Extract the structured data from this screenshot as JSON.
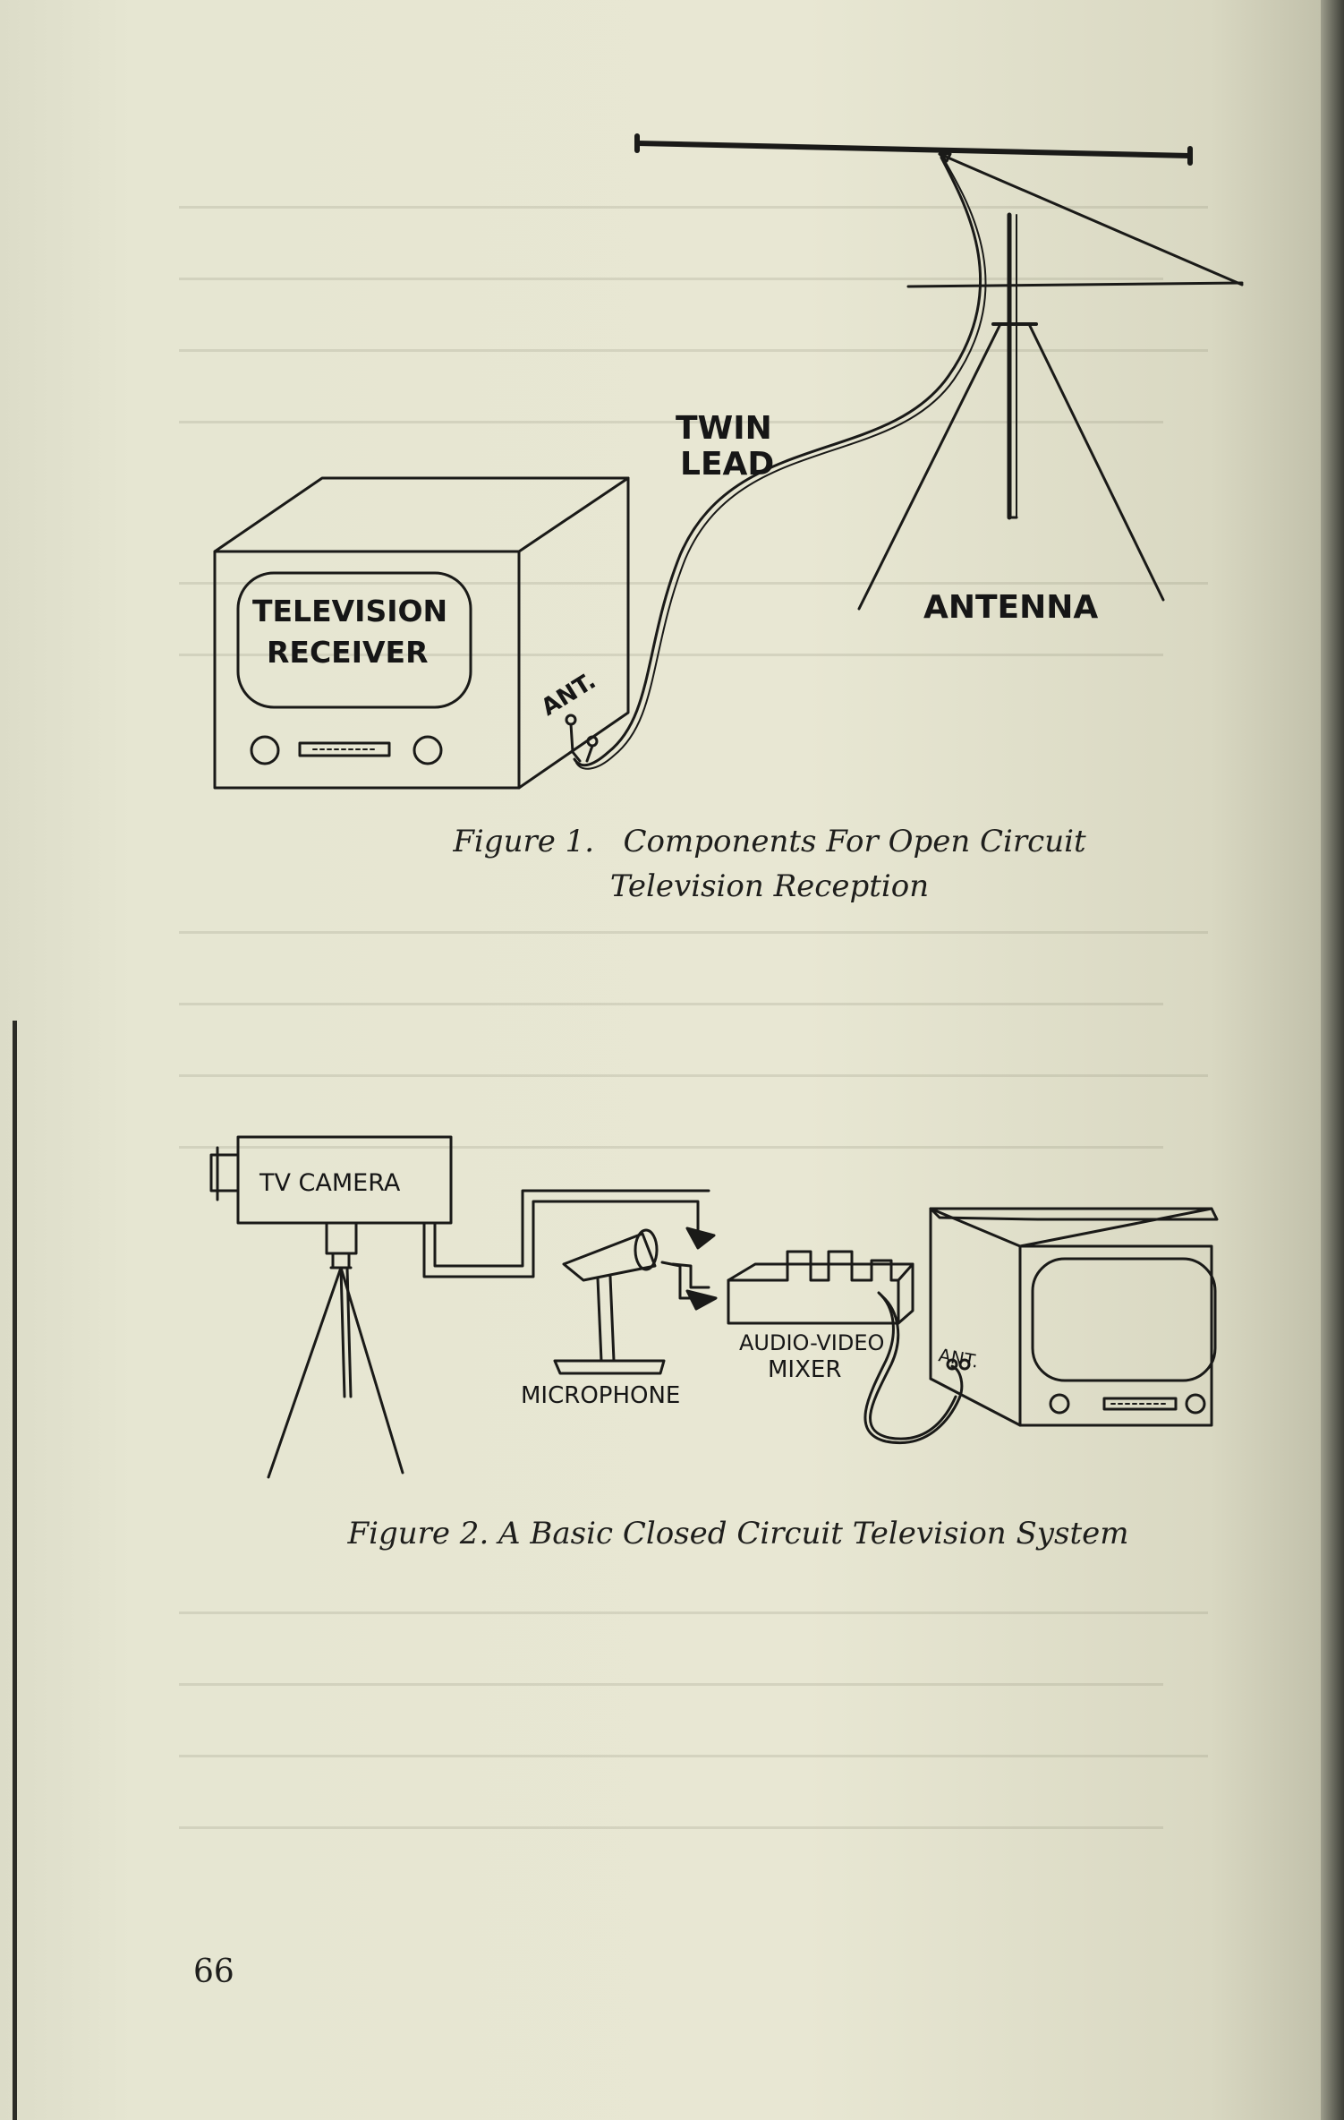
{
  "figure1": {
    "labels": {
      "twin_lead_line1": "TWIN",
      "twin_lead_line2": "LEAD",
      "antenna": "ANTENNA",
      "receiver_line1": "TELEVISION",
      "receiver_line2": "RECEIVER",
      "ant": "ANT."
    },
    "caption_line1": "Figure 1.   Components For Open Circuit",
    "caption_line2": "Television Reception"
  },
  "figure2": {
    "labels": {
      "tv_camera": "TV CAMERA",
      "microphone": "MICROPHONE",
      "mixer_line1": "AUDIO-VIDEO",
      "mixer_line2": "MIXER",
      "ant": "ANT."
    },
    "caption": "Figure 2.  A Basic Closed Circuit Television System"
  },
  "page_number": "66"
}
